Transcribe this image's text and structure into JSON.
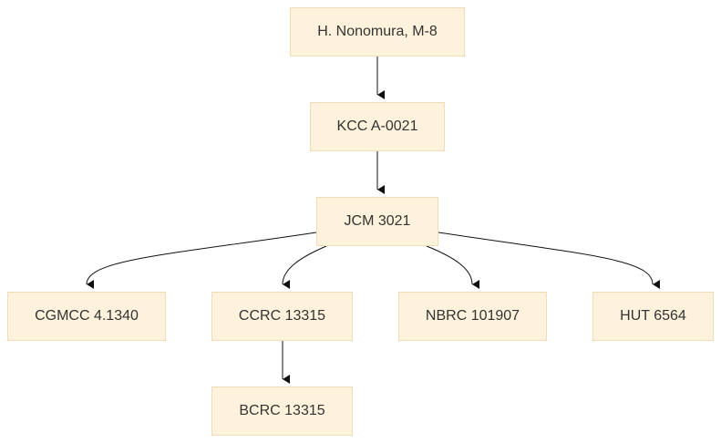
{
  "diagram": {
    "colors": {
      "node_fill": "#fff2dc",
      "node_border": "#f0ddb8",
      "node_text": "#333333",
      "edge": "#111111"
    },
    "nodes": {
      "root": {
        "label": "H. Nonomura, M-8"
      },
      "kcc": {
        "label": "KCC A-0021"
      },
      "jcm": {
        "label": "JCM 3021"
      },
      "cgmcc": {
        "label": "CGMCC 4.1340"
      },
      "ccrc": {
        "label": "CCRC 13315"
      },
      "nbrc": {
        "label": "NBRC 101907"
      },
      "hut": {
        "label": "HUT 6564"
      },
      "bcrc": {
        "label": "BCRC 13315"
      }
    },
    "edges": [
      {
        "from": "root",
        "to": "kcc"
      },
      {
        "from": "kcc",
        "to": "jcm"
      },
      {
        "from": "jcm",
        "to": "cgmcc"
      },
      {
        "from": "jcm",
        "to": "ccrc"
      },
      {
        "from": "jcm",
        "to": "nbrc"
      },
      {
        "from": "jcm",
        "to": "hut"
      },
      {
        "from": "ccrc",
        "to": "bcrc"
      }
    ]
  }
}
